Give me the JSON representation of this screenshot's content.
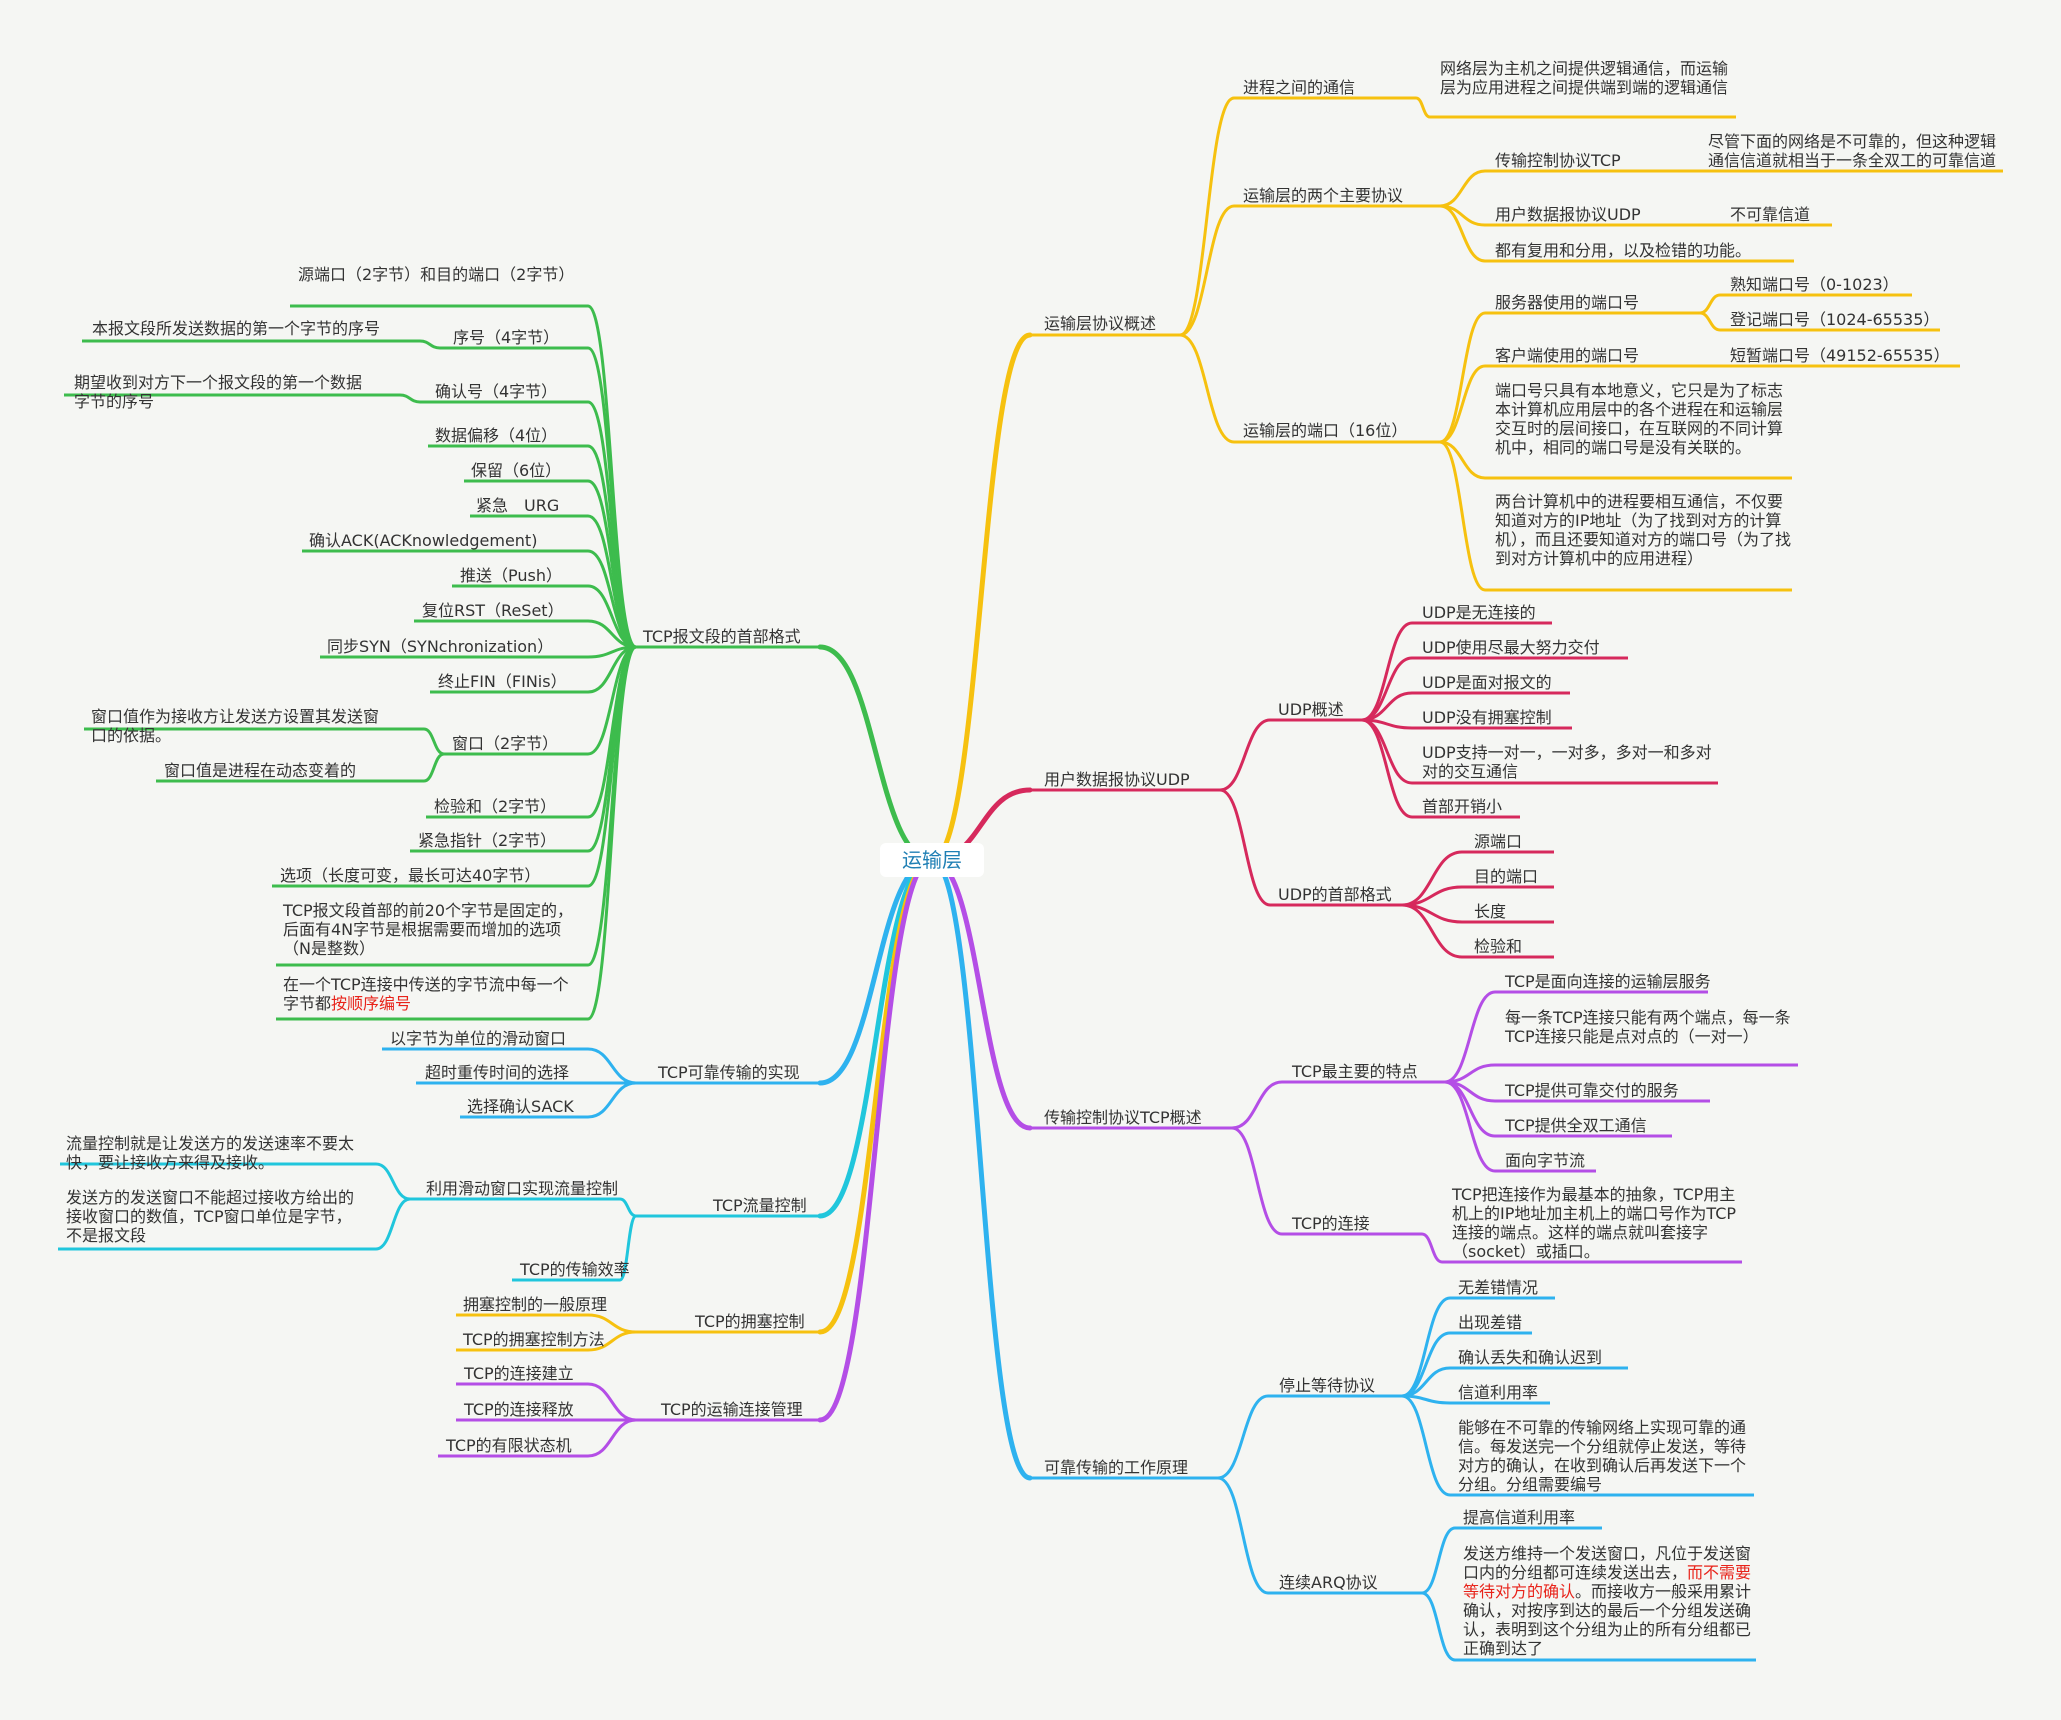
{
  "root": "运输层",
  "colors": {
    "yellow": "#f6c10f",
    "crimson": "#d6295c",
    "purple": "#b44ee6",
    "blue": "#2eb2ef",
    "green": "#3dbc4d",
    "cyan": "#20c6dc"
  },
  "right": {
    "overview": {
      "title": "运输层协议概述",
      "process": {
        "title": "进程之间的通信",
        "note": "网络层为主机之间提供逻辑通信，而运输层为应用进程之间提供端到端的逻辑通信"
      },
      "protocols": {
        "title": "运输层的两个主要协议",
        "tcp": "传输控制协议TCP",
        "tcp_note": "尽管下面的网络是不可靠的，但这种逻辑通信信道就相当于一条全双工的可靠信道",
        "udp": "用户数据报协议UDP",
        "udp_note": "不可靠信道",
        "common": "都有复用和分用，以及检错的功能。"
      },
      "ports": {
        "title": "运输层的端口（16位）",
        "server": "服务器使用的端口号",
        "well_known": "熟知端口号（0-1023）",
        "registered": "登记端口号（1024-65535）",
        "client": "客户端使用的端口号",
        "ephemeral": "短暂端口号（49152-65535）",
        "note1": "端口号只具有本地意义，它只是为了标志本计算机应用层中的各个进程在和运输层交互时的层间接口，在互联网的不同计算机中，相同的端口号是没有关联的。",
        "note2": "两台计算机中的进程要相互通信，不仅要知道对方的IP地址（为了找到对方的计算机），而且还要知道对方的端口号（为了找到对方计算机中的应用进程）"
      }
    },
    "udp": {
      "title": "用户数据报协议UDP",
      "overview": {
        "title": "UDP概述",
        "items": [
          "UDP是无连接的",
          "UDP使用尽最大努力交付",
          "UDP是面对报文的",
          "UDP没有拥塞控制",
          "UDP支持一对一，一对多，多对一和多对对的交互通信",
          "首部开销小"
        ]
      },
      "header": {
        "title": "UDP的首部格式",
        "items": [
          "源端口",
          "目的端口",
          "长度",
          "检验和"
        ]
      }
    },
    "tcp": {
      "title": "传输控制协议TCP概述",
      "features": {
        "title": "TCP最主要的特点",
        "items": [
          "TCP是面向连接的运输层服务",
          "每一条TCP连接只能有两个端点，每一条TCP连接只能是点对点的（一对一）",
          "TCP提供可靠交付的服务",
          "TCP提供全双工通信",
          "面向字节流"
        ]
      },
      "connection": {
        "title": "TCP的连接",
        "note": "TCP把连接作为最基本的抽象，TCP用主机上的IP地址加主机上的端口号作为TCP连接的端点。这样的端点就叫套接字（socket）或插口。"
      }
    },
    "reliable": {
      "title": "可靠传输的工作原理",
      "stopwait": {
        "title": "停止等待协议",
        "items": [
          "无差错情况",
          "出现差错",
          "确认丢失和确认迟到",
          "信道利用率"
        ],
        "note": "能够在不可靠的传输网络上实现可靠的通信。每发送完一个分组就停止发送，等待对方的确认，在收到确认后再发送下一个分组。分组需要编号"
      },
      "arq": {
        "title": "连续ARQ协议",
        "item": "提高信道利用率",
        "note_a": "发送方维持一个发送窗口，凡位于发送窗口内的分组都可连续发送出去，",
        "note_red": "而不需要等待对方的确认",
        "note_b": "。而接收方一般采用累计确认，对按序到达的最后一个分组发送确认，表明到这个分组为止的所有分组都已正确到达了"
      }
    }
  },
  "left": {
    "header": {
      "title": "TCP报文段的首部格式",
      "srcport": "源端口（2字节）和目的端口（2字节）",
      "seq": "序号（4字节）",
      "seq_note": "本报文段所发送数据的第一个字节的序号",
      "ack": "确认号（4字节）",
      "ack_note": "期望收到对方下一个报文段的第一个数据字节的序号",
      "offset": "数据偏移（4位）",
      "reserved": "保留（6位）",
      "urg": "紧急　URG",
      "ackflag": "确认ACK(ACKnowledgement)",
      "push": "推送（Push）",
      "reset": "复位RST（ReSet）",
      "syn": "同步SYN（SYNchronization）",
      "fin": "终止FIN（FINis）",
      "window": "窗口（2字节）",
      "window_note1": "窗口值作为接收方让发送方设置其发送窗口的依据。",
      "window_note2": "窗口值是进程在动态变着的",
      "checksum": "检验和（2字节）",
      "urgptr": "紧急指针（2字节）",
      "options": "选项（长度可变，最长可达40字节）",
      "fixed_note": "TCP报文段首部的前20个字节是固定的，后面有4N字节是根据需要而增加的选项（N是整数）",
      "stream_a": "在一个TCP连接中传送的字节流中每一个字节都",
      "stream_red": "按顺序编号"
    },
    "reliable": {
      "title": "TCP可靠传输的实现",
      "items": [
        "以字节为单位的滑动窗口",
        "超时重传时间的选择",
        "选择确认SACK"
      ]
    },
    "flow": {
      "title": "TCP流量控制",
      "sliding": "利用滑动窗口实现流量控制",
      "note1": "流量控制就是让发送方的发送速率不要太快，要让接收方来得及接收。",
      "note2": "发送方的发送窗口不能超过接收方给出的接收窗口的数值，TCP窗口单位是字节，不是报文段",
      "efficiency": "TCP的传输效率"
    },
    "congestion": {
      "title": "TCP的拥塞控制",
      "items": [
        "拥塞控制的一般原理",
        "TCP的拥塞控制方法"
      ]
    },
    "manage": {
      "title": "TCP的运输连接管理",
      "items": [
        "TCP的连接建立",
        "TCP的连接释放",
        "TCP的有限状态机"
      ]
    }
  }
}
